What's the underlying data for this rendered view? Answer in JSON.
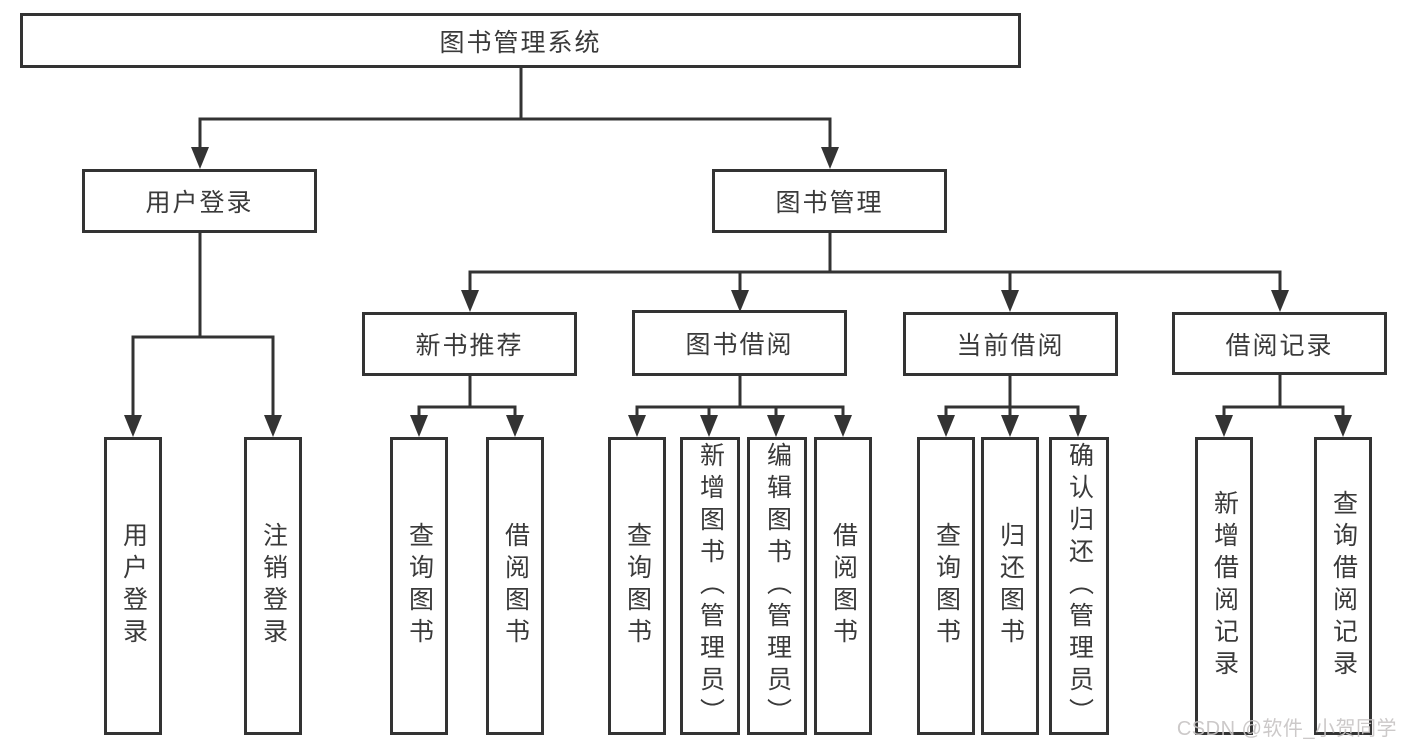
{
  "tree": {
    "root": "图书管理系统",
    "user_login": {
      "label": "用户登录",
      "children": {
        "login": "用户登录",
        "logout": "注销登录"
      }
    },
    "book_management": {
      "label": "图书管理",
      "new_book_recommend": {
        "label": "新书推荐",
        "children": {
          "query_books": "查询图书",
          "borrow_books": "借阅图书"
        }
      },
      "book_borrow": {
        "label": "图书借阅",
        "children": {
          "query_books": "查询图书",
          "add_books_admin": "新增图书（管理员）",
          "edit_books_admin": "编辑图书（管理员）",
          "borrow_books": "借阅图书"
        }
      },
      "current_borrow": {
        "label": "当前借阅",
        "children": {
          "query_books": "查询图书",
          "return_books": "归还图书",
          "confirm_return_admin": "确认归还（管理员）"
        }
      },
      "borrow_records": {
        "label": "借阅记录",
        "children": {
          "add_record": "新增借阅记录",
          "query_record": "查询借阅记录"
        }
      }
    }
  },
  "watermark": "CSDN @软件_小贺同学",
  "colors": {
    "line": "#333333",
    "border": "#333333",
    "text": "#3a3a3a",
    "background": "#ffffff",
    "watermark": "#c6c3c3"
  }
}
